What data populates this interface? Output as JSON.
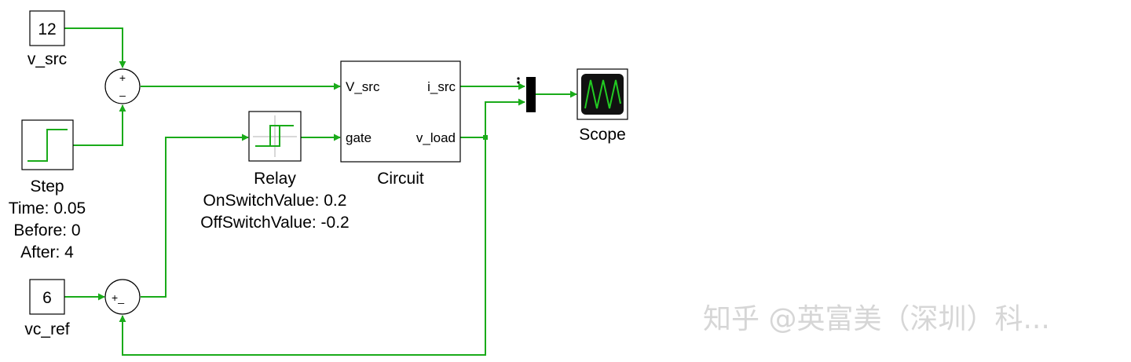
{
  "colors": {
    "wire": "#1aab1a",
    "block_border": "#000000",
    "scope_bg": "#111111",
    "watermark": "#d6d6d6"
  },
  "const_vsrc": {
    "value": "12",
    "label": "v_src"
  },
  "const_vcref": {
    "value": "6",
    "label": "vc_ref"
  },
  "sum1": {
    "plus": "+",
    "minus": "–"
  },
  "sum2": {
    "signs": "+_"
  },
  "step": {
    "name": "Step",
    "params": [
      "Time: 0.05",
      "Before: 0",
      "After: 4"
    ]
  },
  "relay": {
    "name": "Relay",
    "params": [
      "OnSwitchValue: 0.2",
      "OffSwitchValue: -0.2"
    ]
  },
  "circuit": {
    "name": "Circuit",
    "in_ports": [
      "V_src",
      "gate"
    ],
    "out_ports": [
      "i_src",
      "v_load"
    ]
  },
  "mux": {
    "icon": "mux-icon"
  },
  "scope": {
    "name": "Scope",
    "icon": "oscilloscope-icon"
  },
  "watermark": "知乎 @英富美（深圳）科..."
}
